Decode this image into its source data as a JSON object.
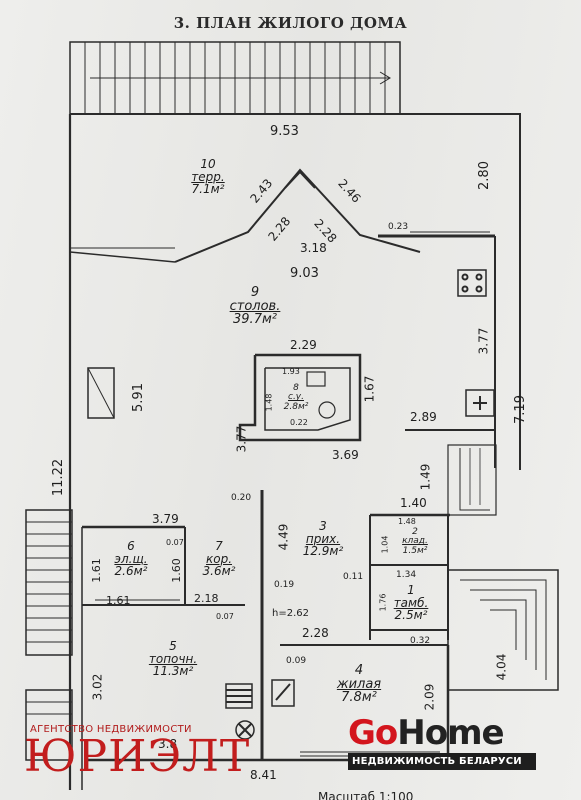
{
  "title": "3. ПЛАН ЖИЛОГО ДОМА",
  "scale_label": "Масштаб 1:100",
  "rooms": [
    {
      "num": "10",
      "name": "терр.",
      "area": "7.1м²"
    },
    {
      "num": "9",
      "name": "столов.",
      "area": "39.7м²"
    },
    {
      "num": "8",
      "name": "с.у.",
      "area": "2.8м²"
    },
    {
      "num": "7",
      "name": "кор.",
      "area": "3.6м²"
    },
    {
      "num": "6",
      "name": "эл.щ.",
      "area": "2.6м²"
    },
    {
      "num": "5",
      "name": "топочн.",
      "area": "11.3м²"
    },
    {
      "num": "4",
      "name": "жилая",
      "area": "7.8м²"
    },
    {
      "num": "3",
      "name": "прих.",
      "area": "12.9м²"
    },
    {
      "num": "2",
      "name": "клад.",
      "area": "1.5м²"
    },
    {
      "num": "1",
      "name": "тамб.",
      "area": "2.5м²"
    }
  ],
  "dimensions": {
    "terrace_width": "9.53",
    "terrace_side": "2.80",
    "bay_left_outer": "2.43",
    "bay_right_outer": "2.46",
    "bay_left_inner": "2.28",
    "bay_right_inner": "2.28",
    "bay_depth": "3.18",
    "bay_end": "0.23",
    "dining_width": "9.03",
    "dining_right": "3.77",
    "dining_left": "5.91",
    "outer_right": "7.19",
    "outer_left": "11.22",
    "core_width": "2.29",
    "core_right": "1.67",
    "core_left": "3.77",
    "core_bottom": "3.69",
    "wc_width": "1.93",
    "wc_height": "1.48",
    "wc_small": "0.22",
    "stair_width": "2.89",
    "stair_side": "1.49",
    "hall_height": "4.49",
    "hall_wall": "0.20",
    "pantry_top": "1.40",
    "pantry_inner": "1.48",
    "pantry_side": "1.04",
    "vestibule_top": "1.34",
    "vestibule_side": "1.76",
    "vestibule_wall": "0.11",
    "elec_top": "3.79",
    "elec_wall": "0.07",
    "elec_left": "1.61",
    "elec_mid": "1.60",
    "elec_bottom": "1.61",
    "corridor_width": "2.18",
    "corridor_wall": "0.07",
    "corridor_edge": "0.19",
    "ceiling_height": "h=2.62",
    "living_width": "2.28",
    "living_wall": "0.09",
    "living_height": "2.09",
    "living_right": "0.32",
    "porch_side": "4.04",
    "boiler_left": "3.02",
    "boiler_bottom": "3.8",
    "bottom_width": "8.41"
  },
  "watermarks": {
    "agency_tagline": "АГЕНТСТВО НЕДВИЖИМОСТИ",
    "agency_name": "ЮРИЭЛТ",
    "gohome_go": "Go",
    "gohome_home": "Home",
    "gohome_tagline": "НЕДВИЖИМОСТЬ БЕЛАРУСИ"
  }
}
